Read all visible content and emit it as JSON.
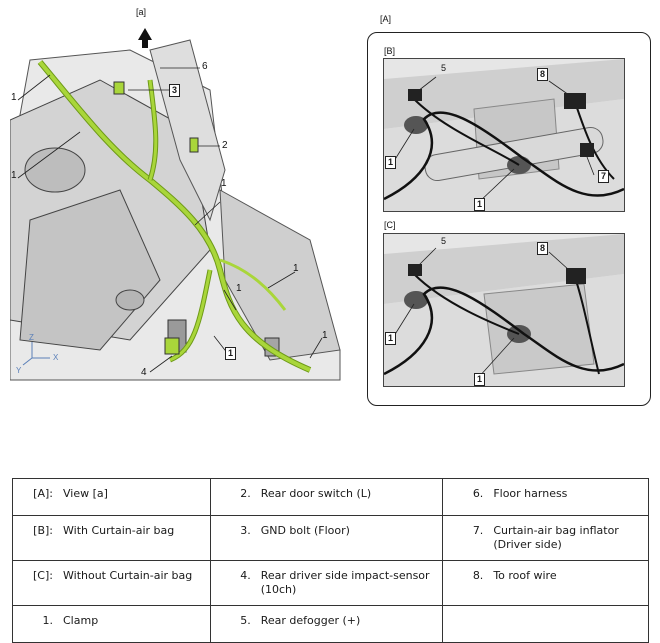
{
  "view_label": "[a]",
  "inset": {
    "title": "[A]",
    "panel_b": {
      "label": "[B]",
      "callouts": [
        "5",
        "8",
        "1",
        "1",
        "7"
      ]
    },
    "panel_c": {
      "label": "[C]",
      "callouts": [
        "5",
        "8",
        "1",
        "1"
      ]
    }
  },
  "main_callouts": [
    "1",
    "6",
    "3",
    "1",
    "2",
    "1",
    "1",
    "1",
    "1",
    "1",
    "4"
  ],
  "axes": {
    "x": "X",
    "y": "Y",
    "z": "Z"
  },
  "legend": [
    [
      {
        "key": "[A]:",
        "value": "View [a]"
      },
      {
        "key": "2.",
        "value": "Rear door switch (L)"
      },
      {
        "key": "6.",
        "value": "Floor harness"
      }
    ],
    [
      {
        "key": "[B]:",
        "value": "With Curtain-air bag"
      },
      {
        "key": "3.",
        "value": "GND bolt (Floor)"
      },
      {
        "key": "7.",
        "value": "Curtain-air bag inflator (Driver side)"
      }
    ],
    [
      {
        "key": "[C]:",
        "value": "Without Curtain-air bag"
      },
      {
        "key": "4.",
        "value": "Rear driver side impact-sensor (10ch)"
      },
      {
        "key": "8.",
        "value": "To roof wire"
      }
    ],
    [
      {
        "key": "1.",
        "value": "Clamp"
      },
      {
        "key": "5.",
        "value": "Rear defogger (+)"
      },
      {
        "key": "",
        "value": ""
      }
    ]
  ],
  "colors": {
    "harness": "#a9d63a",
    "harness_dark": "#6e9a18",
    "body_panel": "#d8d8d8",
    "photo_bg": "#e6e6e6"
  }
}
